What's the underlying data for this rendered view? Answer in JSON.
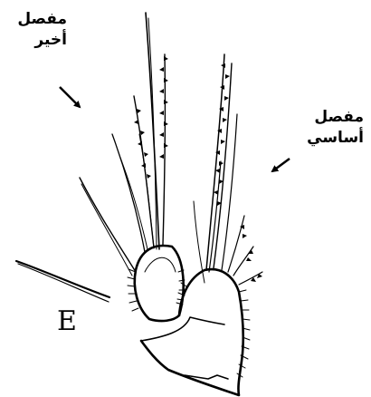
{
  "labels": {
    "terminal_segment": [
      "مفصل",
      "أخير"
    ],
    "basal_segment": [
      "مفصل",
      "أساسي"
    ],
    "figure_letter": "E"
  },
  "colors": {
    "ink": "#000000",
    "background": "#ffffff"
  }
}
